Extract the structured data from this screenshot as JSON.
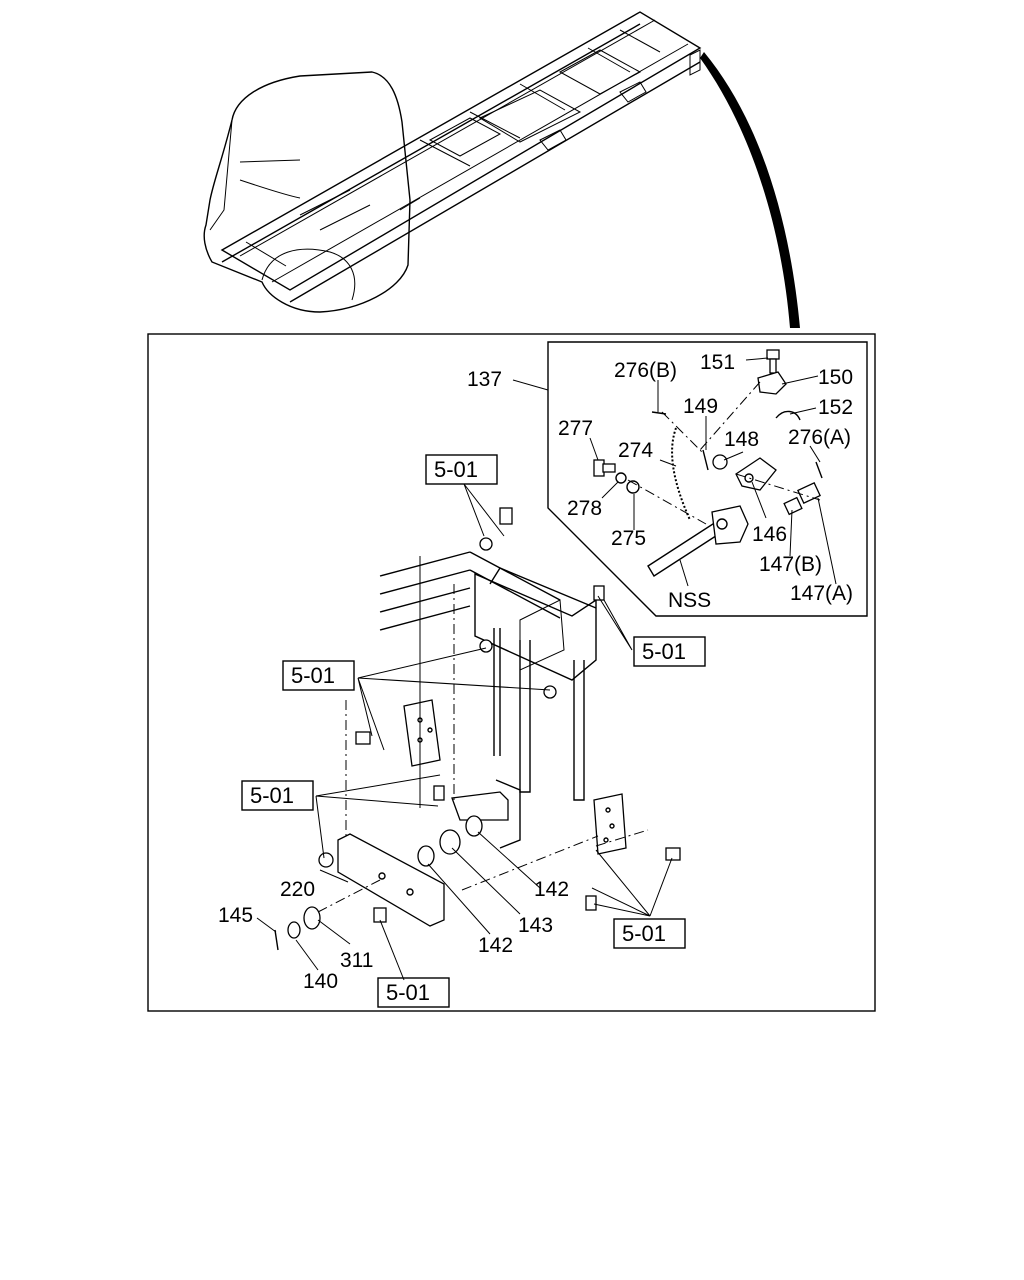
{
  "labels": {
    "p137": "137",
    "p151": "151",
    "p150": "150",
    "p152": "152",
    "p276b": "276(B)",
    "p149": "149",
    "p148": "148",
    "p276a": "276(A)",
    "p277": "277",
    "p274": "274",
    "p278": "278",
    "p275": "275",
    "p146": "146",
    "p147b": "147(B)",
    "p147a": "147(A)",
    "nss": "NSS",
    "p220": "220",
    "p145": "145",
    "p142a": "142",
    "p142b": "142",
    "p143": "143",
    "p311": "311",
    "p140": "140"
  },
  "refs": {
    "r1": "5-01",
    "r2": "5-01",
    "r3": "5-01",
    "r4": "5-01",
    "r5": "5-01",
    "r6": "5-01"
  }
}
